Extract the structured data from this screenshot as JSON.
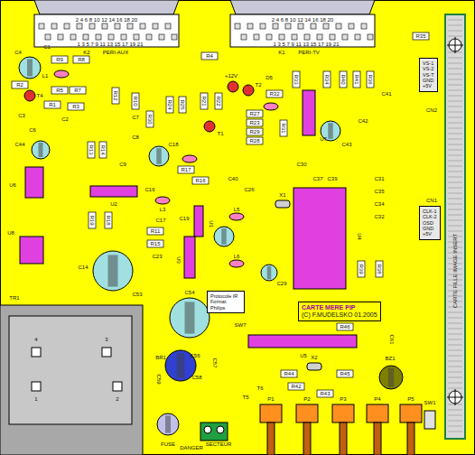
{
  "diagram": {
    "nodes": [
      {
        "text": [
          "CARTE MERE PIP",
          "(C) F.MUDELSKO 01.2005"
        ]
      },
      {
        "text": [
          "Protocole IR Format Philips"
        ]
      },
      {
        "text": [
          "VS-1",
          "VS-2",
          "VS-T",
          "GND",
          "+5V"
        ]
      },
      {
        "text": [
          "CLK-1",
          "CLK-2",
          "OSD",
          "GND",
          "+5V"
        ]
      }
    ],
    "labels": [
      "2 4 6 8 10 12 14 16 18 20",
      "1 3 5 7 9 11 13 15 17 19 21",
      "K2",
      "PERI-AUX",
      "2 4 6 8 10 12 14 16 18 20",
      "1 3 5 7 9 11 13 15 17 19 21",
      "K1",
      "PERI-TV",
      "R9",
      "R8",
      "R4",
      "R35",
      "C4",
      "C1",
      "L1",
      "R7",
      "R5",
      "R2",
      "R1",
      "R3",
      "C3",
      "C2",
      "C6",
      "C44",
      "R13",
      "R14",
      "R12",
      "C7",
      "R30",
      "R24",
      "R25",
      "C18",
      "C8",
      "C9",
      "U2",
      "U8",
      "U6",
      "L3",
      "C16",
      "R16",
      "R17",
      "R18",
      "R19",
      "C17",
      "R11",
      "R15",
      "C23",
      "U1",
      "U3",
      "C53",
      "C14",
      "C19",
      "L5",
      "L6",
      "C29",
      "C26",
      "C30",
      "C37",
      "C39",
      "C31",
      "C35",
      "C34",
      "C32",
      "C40",
      "X1",
      "U4",
      "R39",
      "R38",
      "U7",
      "C43",
      "C42",
      "C41",
      "R40",
      "R41",
      "R36",
      "R34",
      "R32",
      "R27",
      "R23",
      "R29",
      "R28",
      "R31",
      "R33",
      "D5",
      "+12V",
      "T1",
      "T2",
      "T4",
      "R21",
      "R22",
      "R10",
      "TR1",
      "1",
      "2",
      "4",
      "3",
      "C54",
      "BR1",
      "C56",
      "C57",
      "C58",
      "C59",
      "FUSE",
      "DANGER",
      "SECTEUR",
      "U5",
      "R46",
      "C61",
      "R44",
      "R42",
      "R43",
      "R45",
      "X2",
      "BZ1",
      "P1",
      "P2",
      "P3",
      "P4",
      "P5",
      "SW1",
      "T5",
      "T6",
      "SW7",
      "CN2",
      "CN1",
      "CARTE FILLE IMAGE INSERT"
    ]
  }
}
